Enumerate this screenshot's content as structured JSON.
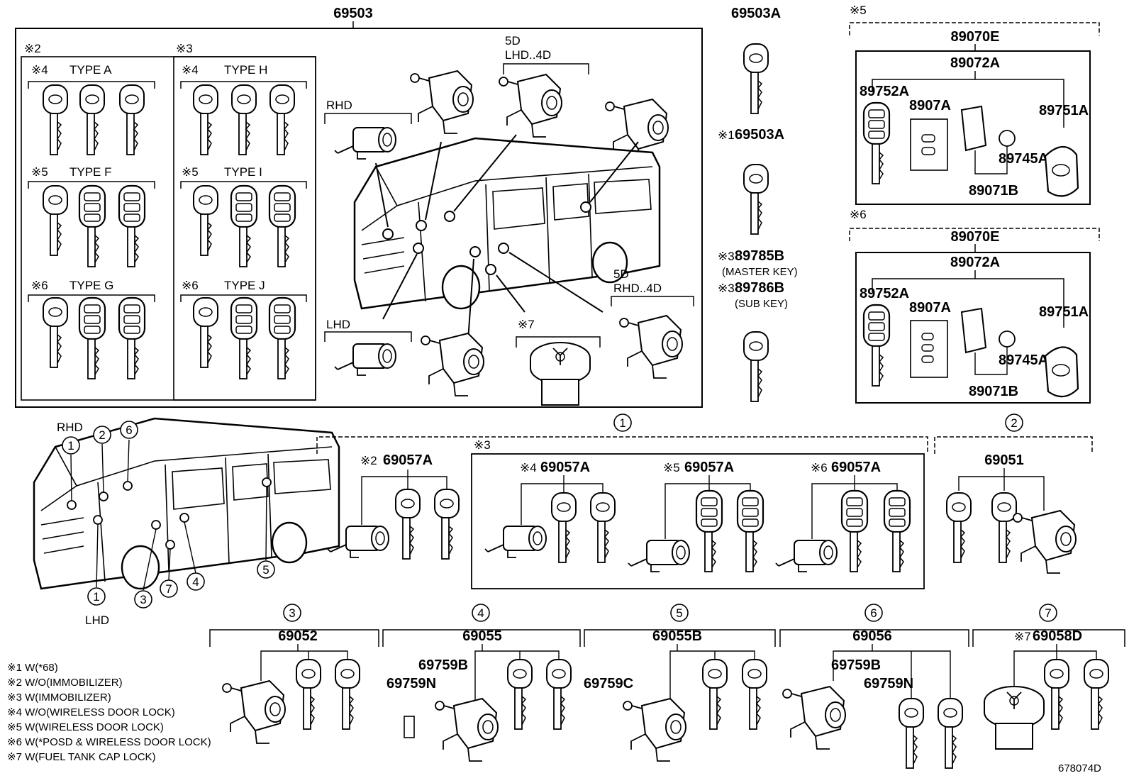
{
  "diagram": {
    "main_group_part": "69503",
    "type_groups": [
      {
        "note": "※2",
        "rows": [
          {
            "note": "※4",
            "type": "TYPE A"
          },
          {
            "note": "※5",
            "type": "TYPE F"
          },
          {
            "note": "※6",
            "type": "TYPE G"
          }
        ]
      },
      {
        "note": "※3",
        "rows": [
          {
            "note": "※4",
            "type": "TYPE H"
          },
          {
            "note": "※5",
            "type": "TYPE I"
          },
          {
            "note": "※6",
            "type": "TYPE J"
          }
        ]
      }
    ],
    "lock_labels": {
      "rhd": "RHD",
      "lhd": "LHD",
      "door_5d": "5D",
      "lhd_4d": "LHD..4D",
      "door_5d_b": "5D",
      "rhd_4d": "RHD..4D",
      "note7": "※7"
    },
    "single_keys": [
      {
        "note": "",
        "part": "69503A"
      },
      {
        "note": "※1",
        "part": "69503A"
      }
    ],
    "master_key": {
      "note": "※3",
      "part": "89785B",
      "desc": "(MASTER KEY)"
    },
    "sub_key": {
      "note": "※3",
      "part": "89786B",
      "desc": "(SUB KEY)"
    },
    "transmitter_sets": [
      {
        "note": "※5",
        "set": "89070E",
        "sub": "89072A",
        "key": "89752A",
        "cover": "8907A",
        "case": "89751A",
        "battery": "89745A",
        "board": "89071B"
      },
      {
        "note": "※6",
        "set": "89070E",
        "sub": "89072A",
        "key": "89752A",
        "cover": "8907A",
        "case": "89751A",
        "battery": "89745A",
        "board": "89071B"
      }
    ],
    "van_labels": {
      "rhd": "RHD",
      "lhd": "LHD",
      "callouts": [
        "1",
        "2",
        "6",
        "3",
        "7",
        "4",
        "5",
        "1"
      ]
    },
    "kit1": {
      "circle": "1",
      "left": {
        "note": "※2",
        "part": "69057A"
      },
      "group_note": "※3",
      "sets": [
        {
          "note": "※4",
          "part": "69057A"
        },
        {
          "note": "※5",
          "part": "69057A"
        },
        {
          "note": "※6",
          "part": "69057A"
        }
      ]
    },
    "kit2": {
      "circle": "2",
      "part": "69051"
    },
    "bottom_kits": [
      {
        "circle": "3",
        "part": "69052",
        "subs": []
      },
      {
        "circle": "4",
        "part": "69055",
        "subs": [
          "69759B",
          "69759N"
        ]
      },
      {
        "circle": "5",
        "part": "69055B",
        "subs": [
          "69759C"
        ]
      },
      {
        "circle": "6",
        "part": "69056",
        "subs": [
          "69759B",
          "69759N"
        ]
      },
      {
        "circle": "7",
        "part": "69058D",
        "note": "※7",
        "subs": []
      }
    ]
  },
  "notes": [
    "※1 W(*68)",
    "※2 W/O(IMMOBILIZER)",
    "※3 W(IMMOBILIZER)",
    "※4 W/O(WIRELESS DOOR LOCK)",
    "※5 W(WIRELESS DOOR LOCK)",
    "※6 W(*POSD & WIRELESS DOOR LOCK)",
    "※7 W(FUEL TANK CAP LOCK)"
  ],
  "document_id": "678074D"
}
